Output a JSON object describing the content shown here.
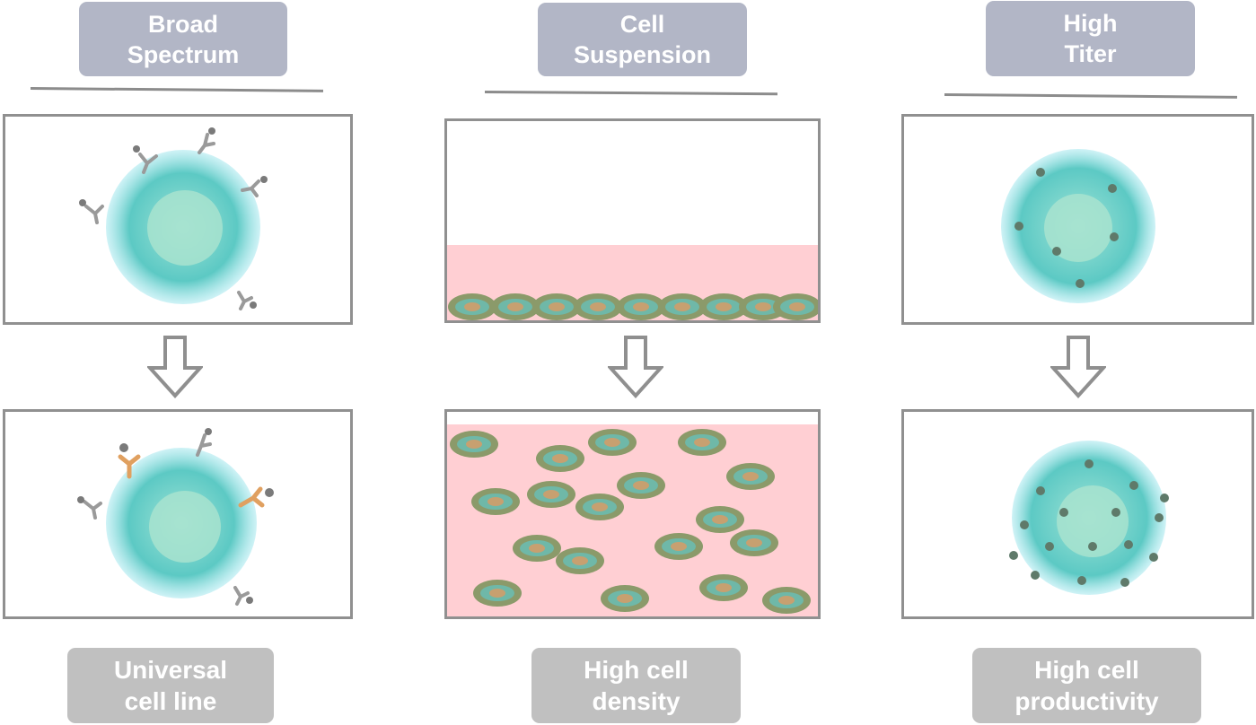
{
  "columns": [
    {
      "id": "broad-spectrum",
      "title_lines": [
        "Broad",
        "Spectrum"
      ],
      "result_lines": [
        "Universal",
        "cell line"
      ]
    },
    {
      "id": "cell-suspension",
      "title_lines": [
        "Cell",
        "Suspension"
      ],
      "result_lines": [
        "High cell",
        "density"
      ]
    },
    {
      "id": "high-titer",
      "title_lines": [
        "High",
        "Titer"
      ],
      "result_lines": [
        "High cell",
        "productivity"
      ]
    }
  ],
  "colors": {
    "title_pill": "#b2b6c6",
    "result_pill": "#c0c0c0",
    "panel_border": "#909090",
    "medium": "#ffcfd3",
    "cell_body": "#6fd2c9",
    "cell_nucleus": "#a6e6d0",
    "receptor_gray": "#9a9a9a",
    "receptor_orange": "#e0a060",
    "adherent_cell": "#8b9a6a",
    "arrow_outline": "#8f8f8f"
  }
}
